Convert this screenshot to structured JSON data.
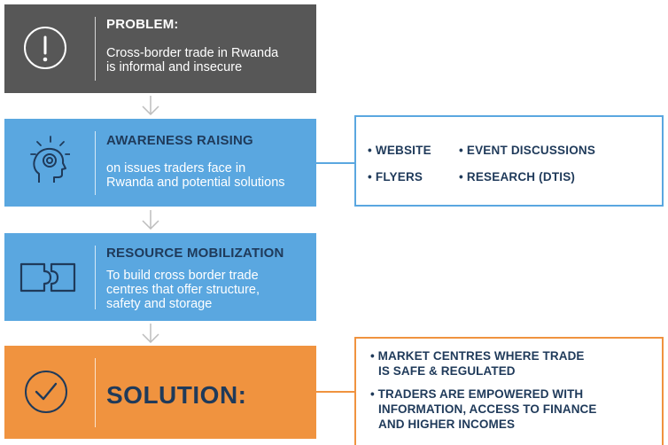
{
  "steps": {
    "problem": {
      "title": "PROBLEM:",
      "line1": "Cross-border trade in Rwanda",
      "line2": "is informal and insecure",
      "icon": "exclamation-icon",
      "color": "#575757"
    },
    "awareness": {
      "title": "AWARENESS RAISING",
      "line1": "on issues traders face in",
      "line2": "Rwanda and potential solutions",
      "icon": "head-idea-icon",
      "color": "#5aa7e0"
    },
    "resource": {
      "title": "RESOURCE MOBILIZATION",
      "line1": "To build cross border trade",
      "line2": "centres that offer structure,",
      "line3": "safety and storage",
      "icon": "puzzle-icon",
      "color": "#5aa7e0"
    },
    "solution": {
      "title": "SOLUTION:",
      "icon": "checkmark-icon",
      "color": "#f0933f"
    }
  },
  "awareness_channels": {
    "website": "• WEBSITE",
    "event_discussions": "• EVENT DISCUSSIONS",
    "flyers": "• FLYERS",
    "research": "• RESEARCH (DTIS)"
  },
  "solution_outcomes": {
    "item1_line1": "• MARKET CENTRES WHERE TRADE",
    "item1_line2": "IS SAFE & REGULATED",
    "item2_line1": "• TRADERS ARE EMPOWERED WITH",
    "item2_line2": "INFORMATION, ACCESS TO FINANCE",
    "item2_line3": "AND HIGHER INCOMES"
  },
  "colors": {
    "dark_gray": "#575757",
    "blue": "#5aa7e0",
    "orange": "#f0933f",
    "navy_text": "#1f3a5a",
    "arrow": "#bdbdbd"
  }
}
